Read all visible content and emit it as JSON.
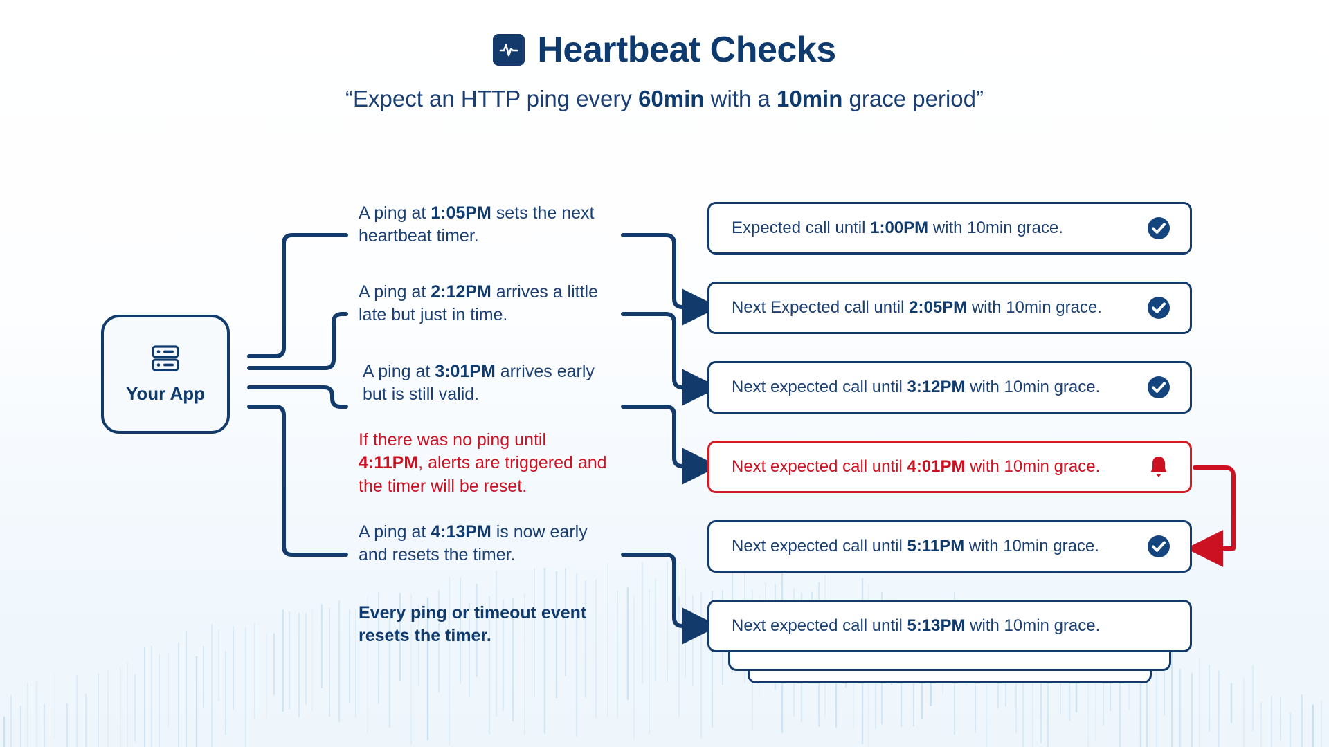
{
  "header": {
    "icon": "heartbeat-icon",
    "title": "Heartbeat Checks",
    "subtitle_parts": {
      "open_quote": "“Expect an HTTP ping every ",
      "interval": "60min",
      "middle": " with a ",
      "grace": "10min",
      "tail": " grace period”"
    },
    "subtitle_full": "“Expect an HTTP ping every 60min with a 10min grace period”"
  },
  "app_node": {
    "label": "Your App",
    "icon": "server-icon"
  },
  "descriptions": [
    {
      "id": "ping-105",
      "tone": "normal",
      "prefix": "A ping at ",
      "time": "1:05PM",
      "suffix": " sets the next heartbeat timer."
    },
    {
      "id": "ping-212",
      "tone": "normal",
      "prefix": "A ping at ",
      "time": "2:12PM",
      "suffix": " arrives a little late but just in time."
    },
    {
      "id": "ping-301",
      "tone": "normal",
      "prefix": "A ping at ",
      "time": "3:01PM",
      "suffix": " arrives early but is still valid."
    },
    {
      "id": "no-ping-411",
      "tone": "alert",
      "prefix": "If there was no ping until ",
      "time": "4:11PM",
      "suffix": ", alerts are triggered and the timer will be reset."
    },
    {
      "id": "ping-413",
      "tone": "normal",
      "prefix": "A ping at ",
      "time": "4:13PM",
      "suffix": " is now early and resets the timer."
    },
    {
      "id": "summary",
      "tone": "strong",
      "prefix": "",
      "time": "",
      "suffix": "Every ping or timeout event resets the timer."
    }
  ],
  "cards": [
    {
      "id": "card-100pm",
      "state": "ok",
      "prefix": "Expected call until ",
      "time": "1:00PM",
      "suffix": " with 10min grace.",
      "icon": "check-circle-icon"
    },
    {
      "id": "card-205pm",
      "state": "ok",
      "prefix": "Next Expected call until ",
      "time": "2:05PM",
      "suffix": " with 10min grace.",
      "icon": "check-circle-icon"
    },
    {
      "id": "card-312pm",
      "state": "ok",
      "prefix": "Next expected call until ",
      "time": "3:12PM",
      "suffix": " with 10min grace.",
      "icon": "check-circle-icon"
    },
    {
      "id": "card-401pm",
      "state": "alert",
      "prefix": "Next expected call until ",
      "time": "4:01PM",
      "suffix": " with 10min grace.",
      "icon": "bell-icon"
    },
    {
      "id": "card-511pm",
      "state": "ok",
      "prefix": "Next expected call until ",
      "time": "5:11PM",
      "suffix": " with 10min grace.",
      "icon": "check-circle-icon"
    },
    {
      "id": "card-513pm",
      "state": "plain",
      "prefix": "Next expected call until ",
      "time": "5:13PM",
      "suffix": " with 10min grace.",
      "icon": "none"
    }
  ],
  "colors": {
    "brand_navy": "#0f3a6e",
    "line_navy": "#123a6b",
    "alert_red": "#cc1122",
    "alert_border": "#d21b22",
    "page_bg": "#eef6fc",
    "card_bg": "#ffffff",
    "barcode_line": "#bcd9ef"
  }
}
